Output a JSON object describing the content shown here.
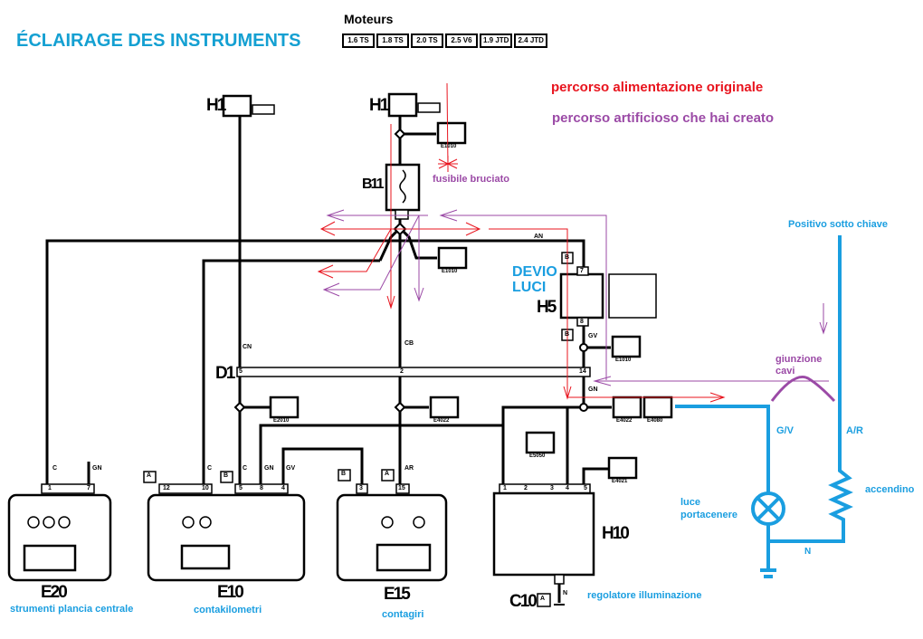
{
  "header": {
    "title": "ÉCLAIRAGE DES INSTRUMENTS",
    "engines_label": "Moteurs",
    "engines": [
      "1.6 TS",
      "1.8 TS",
      "2.0 TS",
      "2.5 V6",
      "1.9 JTD",
      "2.4 JTD"
    ]
  },
  "legend": {
    "original_path": "percorso alimentazione originale",
    "artificial_path": "percorso artificioso che hai creato",
    "colors": {
      "original": "#e8141e",
      "artificial": "#9b4aa6",
      "added_circuit": "#1a9ee0",
      "wiring": "#000000"
    }
  },
  "annotations": {
    "blown_fuse": "fusibile bruciato",
    "positive_under_key": "Positivo sotto chiave",
    "light_switch": "DEVIO\nLUCI",
    "cable_junction": "giunzione\ncavi",
    "wire_gv": "G/V",
    "wire_ar": "A/R",
    "lighter": "accendino",
    "ashtray_light": "luce\nportacenere",
    "neutral": "N"
  },
  "components": {
    "h1_left": "H1",
    "h1_right": "H1",
    "b11": "B11",
    "d1": "D1",
    "h5": "H5",
    "h10": "H10",
    "c10": "C10",
    "e20": "E20",
    "e10": "E10",
    "e15": "E15"
  },
  "component_captions": {
    "e20": "strumenti plancia centrale",
    "e10": "contakilometri",
    "e15": "contagiri",
    "h10": "regolatore illuminazione"
  },
  "connector_labels": {
    "e20_pins": [
      "1",
      "7"
    ],
    "e10_pins": [
      "12",
      "10",
      "5",
      "8",
      "4"
    ],
    "e15_pins": [
      "3",
      "15"
    ],
    "h10_pins": [
      "1",
      "2",
      "3",
      "4",
      "5"
    ],
    "h5_pins": [
      "7",
      "8"
    ],
    "d1_pins": [
      "5",
      "2",
      "14"
    ],
    "connector_tags": [
      "A",
      "B",
      "B",
      "A",
      "B",
      "B",
      "A"
    ],
    "splice_refs": [
      "E1010",
      "E1010",
      "E1010",
      "E2010",
      "E4022",
      "E4022",
      "E4080",
      "E5050",
      "E4021"
    ],
    "wire_codes": [
      "C",
      "GN",
      "C",
      "C",
      "GN",
      "GV",
      "AR",
      "CN",
      "GV",
      "GN",
      "CB",
      "AN",
      "N"
    ]
  }
}
